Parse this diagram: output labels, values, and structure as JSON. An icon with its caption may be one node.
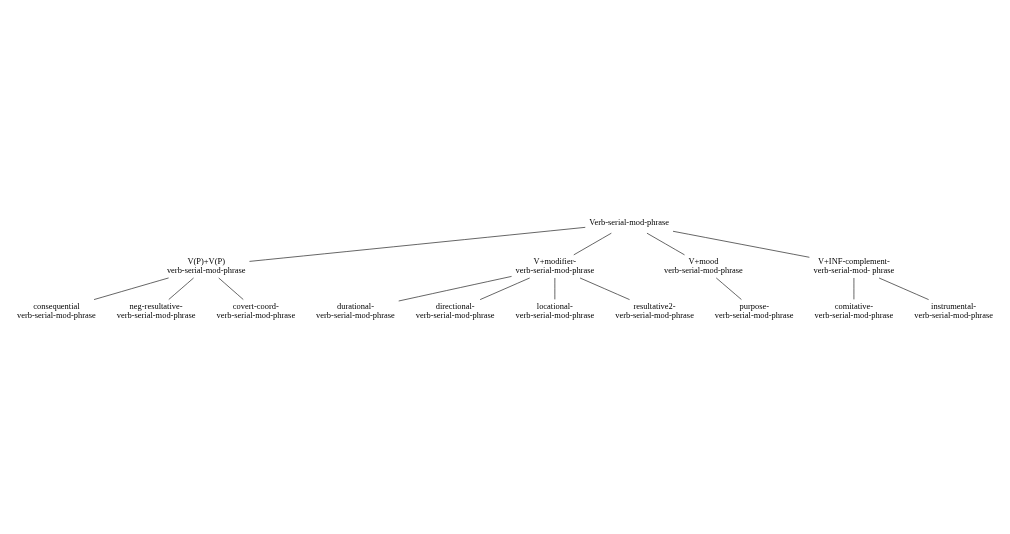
{
  "diagram": {
    "nodes": [
      {
        "text": [
          "Verb-serial-mod-phrase"
        ]
      },
      {
        "text": [
          "V(P)+V(P) verb-serial-mod-phrase"
        ]
      },
      {
        "text": [
          "V+modifier- verb-serial-mod-phrase"
        ]
      },
      {
        "text": [
          "V+mood verb-serial-mod-phrase"
        ]
      },
      {
        "text": [
          "V+INF-complement- verb-serial-mod- phrase"
        ]
      },
      {
        "text": [
          "consequential verb-serial-mod-phrase"
        ]
      },
      {
        "text": [
          "neg-resultative- verb-serial-mod-phrase"
        ]
      },
      {
        "text": [
          "covert-coord- verb-serial-mod-phrase"
        ]
      },
      {
        "text": [
          "durational- verb-serial-mod-phrase"
        ]
      },
      {
        "text": [
          "directional- verb-serial-mod-phrase"
        ]
      },
      {
        "text": [
          "locational- verb-serial-mod-phrase"
        ]
      },
      {
        "text": [
          "resultative2- verb-serial-mod-phrase"
        ]
      },
      {
        "text": [
          "purpose- verb-serial-mod-phrase"
        ]
      },
      {
        "text": [
          "comitative- verb-serial-mod-phrase"
        ]
      },
      {
        "text": [
          "instrumental- verb-serial-mod-phrase"
        ]
      }
    ],
    "edges": [
      {
        "from": 0,
        "to": 1,
        "arrow": "none"
      },
      {
        "from": 0,
        "to": 2,
        "arrow": "none"
      },
      {
        "from": 0,
        "to": 3,
        "arrow": "none"
      },
      {
        "from": 0,
        "to": 4,
        "arrow": "none"
      },
      {
        "from": 1,
        "to": 5,
        "arrow": "none"
      },
      {
        "from": 1,
        "to": 6,
        "arrow": "none"
      },
      {
        "from": 1,
        "to": 7,
        "arrow": "none"
      },
      {
        "from": 2,
        "to": 8,
        "arrow": "none"
      },
      {
        "from": 2,
        "to": 9,
        "arrow": "none"
      },
      {
        "from": 2,
        "to": 10,
        "arrow": "none"
      },
      {
        "from": 2,
        "to": 11,
        "arrow": "none"
      },
      {
        "from": 3,
        "to": 12,
        "arrow": "none"
      },
      {
        "from": 4,
        "to": 13,
        "arrow": "none"
      },
      {
        "from": 4,
        "to": 14,
        "arrow": "none"
      }
    ]
  }
}
